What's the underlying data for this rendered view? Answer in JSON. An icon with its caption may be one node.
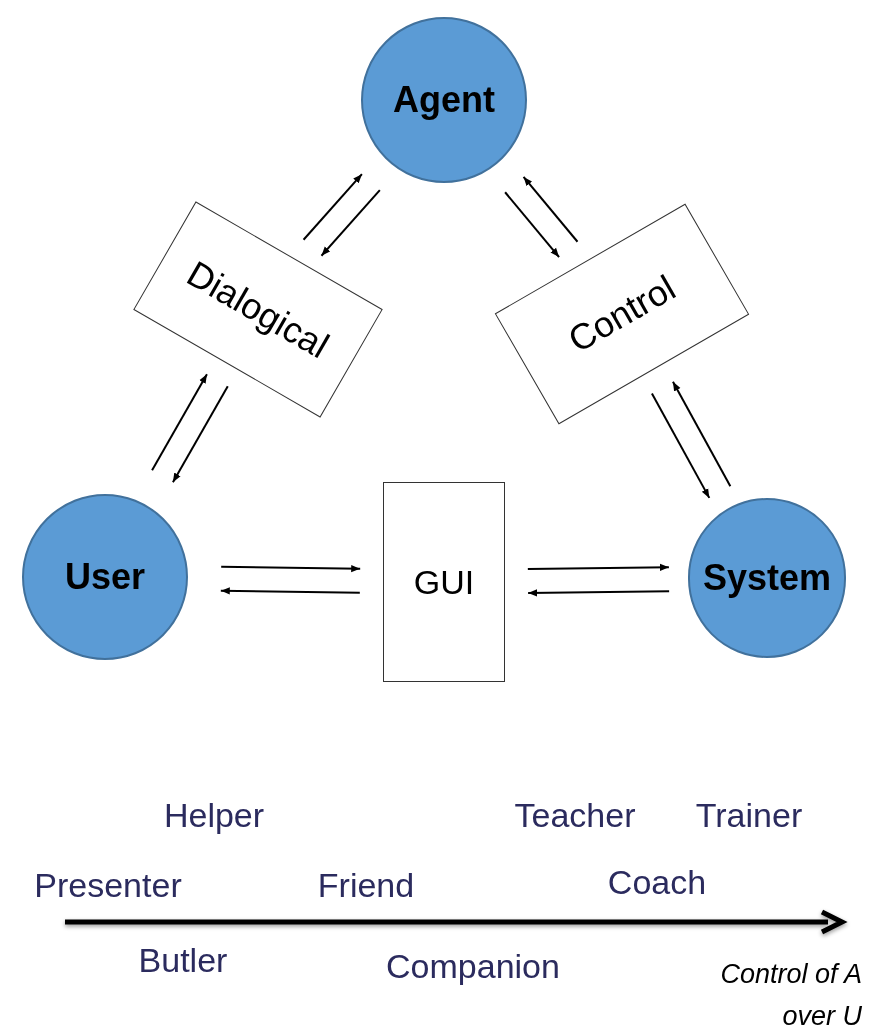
{
  "diagram": {
    "nodes": [
      {
        "text": [
          "Agent"
        ]
      },
      {
        "text": [
          "Dialogical"
        ]
      },
      {
        "text": [
          "Control"
        ]
      },
      {
        "text": [
          "User"
        ]
      },
      {
        "text": [
          "GUI"
        ]
      },
      {
        "text": [
          "System"
        ]
      }
    ],
    "edges": [
      {
        "from": 1,
        "to": 0,
        "arrow": "to"
      },
      {
        "from": 0,
        "to": 1,
        "arrow": "to"
      },
      {
        "from": 3,
        "to": 1,
        "arrow": "to"
      },
      {
        "from": 1,
        "to": 3,
        "arrow": "to"
      },
      {
        "from": 0,
        "to": 2,
        "arrow": "to"
      },
      {
        "from": 2,
        "to": 0,
        "arrow": "to"
      },
      {
        "from": 2,
        "to": 5,
        "arrow": "to"
      },
      {
        "from": 5,
        "to": 2,
        "arrow": "to"
      },
      {
        "from": 3,
        "to": 4,
        "arrow": "to"
      },
      {
        "from": 4,
        "to": 3,
        "arrow": "to"
      },
      {
        "from": 4,
        "to": 5,
        "arrow": "to"
      },
      {
        "from": 5,
        "to": 4,
        "arrow": "to"
      }
    ],
    "labels": [
      "Helper",
      "Teacher",
      "Trainer",
      "Presenter",
      "Friend",
      "Coach",
      "Butler",
      "Companion",
      "Control of A over U"
    ]
  }
}
